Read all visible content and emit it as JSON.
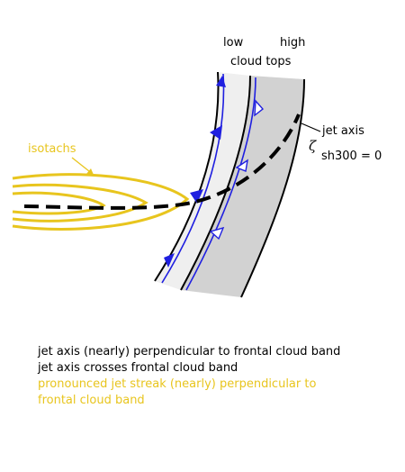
{
  "labels": {
    "low": "low",
    "high": "high",
    "cloud_tops": "cloud tops",
    "jet_axis": "jet axis",
    "zeta": "ζ",
    "sh300": "sh300 = 0",
    "isotachs": "isotachs"
  },
  "legend": [
    {
      "text": "jet axis (nearly) perpendicular to frontal cloud band",
      "color": "#000000"
    },
    {
      "text": "jet axis crosses frontal cloud band",
      "color": "#000000"
    },
    {
      "text": "pronounced jet streak (nearly) perpendicular to",
      "color": "#e8c51e"
    },
    {
      "text": "frontal cloud band",
      "color": "#e8c51e"
    }
  ],
  "colors": {
    "isotach": "#e8c51e",
    "front": "#1f1fe0",
    "light_band": "#efefef",
    "dark_band": "#d2d2d2"
  }
}
